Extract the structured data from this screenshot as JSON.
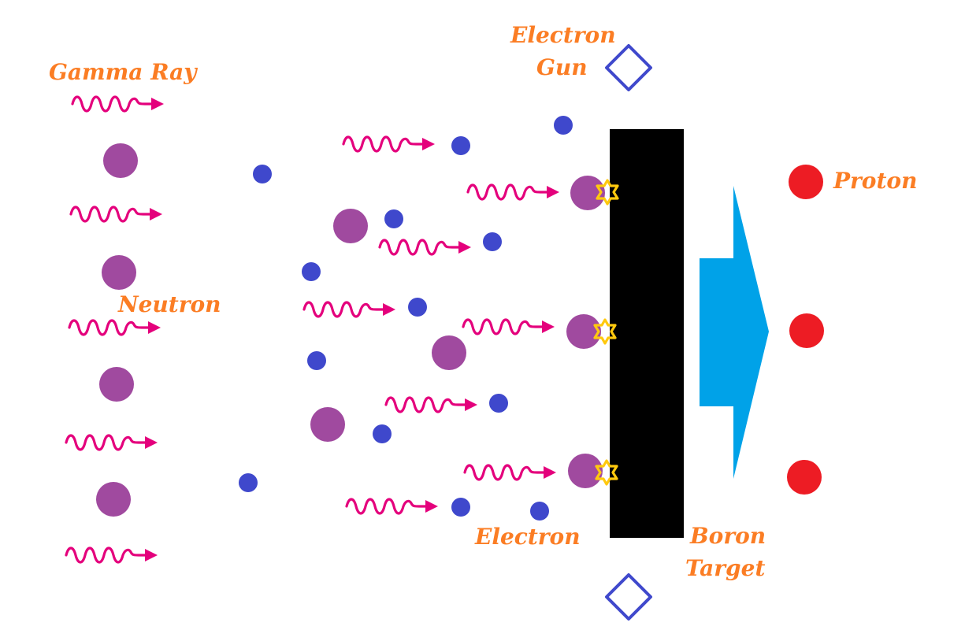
{
  "title": "Electron-gun filtered neutron beam to boron target producing protons",
  "colors": {
    "label": "#fb7d24",
    "gamma": "#e4007c",
    "neutron": "#a04a9f",
    "electron": "#3f48cc",
    "chamber": "#3f48cc",
    "target": "#000000",
    "arrow": "#00a2e8",
    "proton": "#ed1c24",
    "star": "#ffc90e"
  },
  "labels": {
    "gamma_ray": "Gamma Ray",
    "neutron": "Neutron",
    "electron_gun_line1": "Electron",
    "electron_gun_line2": "Gun",
    "electron": "Electron",
    "boron_line1": "Boron",
    "boron_line2": "Target",
    "proton": "Proton"
  },
  "legend_items": [
    {
      "id": "gamma_ray",
      "label": "Gamma Ray",
      "icon": "wavy-arrow-icon"
    },
    {
      "id": "neutron",
      "label": "Neutron",
      "icon": "purple-circle"
    },
    {
      "id": "electron",
      "label": "Electron",
      "icon": "blue-dot"
    },
    {
      "id": "electron_gun",
      "label": "Electron Gun",
      "icon": "diamond-icon"
    },
    {
      "id": "boron_target",
      "label": "Boron Target",
      "icon": "black-rectangle"
    },
    {
      "id": "proton",
      "label": "Proton",
      "icon": "red-circle"
    }
  ],
  "counts": {
    "incoming_gamma_rays": 6,
    "incoming_neutrons": 4,
    "neutrons_inside": 4,
    "neutrons_hitting_target": 3,
    "reaction_stars": 3,
    "protons_emitted": 3,
    "electron_guns": 2
  }
}
